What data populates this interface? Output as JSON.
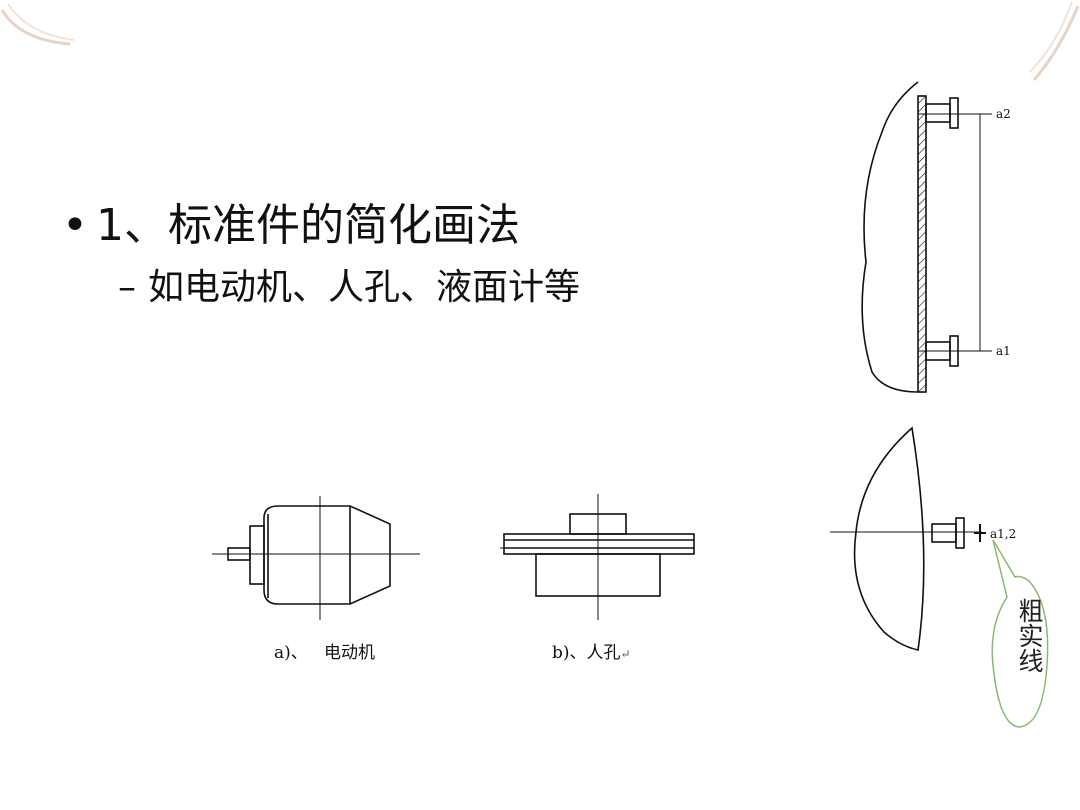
{
  "slide": {
    "bullet_1": "1、标准件的简化画法",
    "bullet_1_sub": "如电动机、人孔、液面计等"
  },
  "figures": {
    "motor_caption_prefix": "a)、",
    "motor_caption": "电动机",
    "manhole_caption": "b)、人孔",
    "manhole_return_mark": "↵",
    "gauge_label_a2": "a2",
    "gauge_label_a1": "a1",
    "gauge_label_a12": "a1,2"
  },
  "callout": {
    "text": "粗实线"
  }
}
